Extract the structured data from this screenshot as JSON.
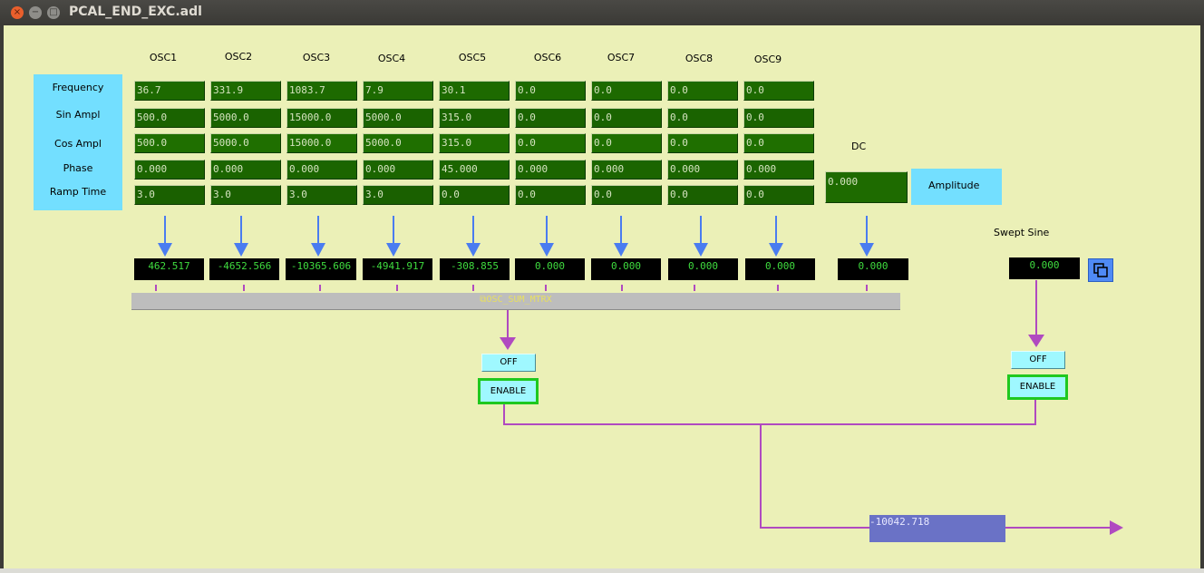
{
  "window": {
    "title": "PCAL_END_EXC.adl",
    "close_glyph": "×",
    "min_glyph": "−",
    "max_glyph": "□"
  },
  "osc_headers": [
    "OSC1",
    "OSC2",
    "OSC3",
    "OSC4",
    "OSC5",
    "OSC6",
    "OSC7",
    "OSC8",
    "OSC9"
  ],
  "row_labels": [
    "Frequency",
    "Sin Ampl",
    "Cos Ampl",
    "Phase",
    "Ramp Time"
  ],
  "grid": [
    [
      "36.7",
      "331.9",
      "1083.7",
      "7.9",
      "30.1",
      "0.0",
      "0.0",
      "0.0",
      "0.0"
    ],
    [
      "500.0",
      "5000.0",
      "15000.0",
      "5000.0",
      "315.0",
      "0.0",
      "0.0",
      "0.0",
      "0.0"
    ],
    [
      "500.0",
      "5000.0",
      "15000.0",
      "5000.0",
      "315.0",
      "0.0",
      "0.0",
      "0.0",
      "0.0"
    ],
    [
      "0.000",
      "0.000",
      "0.000",
      "0.000",
      "45.000",
      "0.000",
      "0.000",
      "0.000",
      "0.000"
    ],
    [
      "3.0",
      "3.0",
      "3.0",
      "3.0",
      "0.0",
      "0.0",
      "0.0",
      "0.0",
      "0.0"
    ]
  ],
  "dc": {
    "label": "DC",
    "amplitude_value": "0.000",
    "amplitude_label": "Amplitude"
  },
  "outputs": [
    "462.517",
    "-4652.566",
    "-10365.606",
    "-4941.917",
    "-308.855",
    "0.000",
    "0.000",
    "0.000",
    "0.000",
    "0.000"
  ],
  "summ_bar_label": "OSC_SUM_MTRX",
  "sum_controls": {
    "off_label": "OFF",
    "enable_label": "ENABLE"
  },
  "swept_sine": {
    "label": "Swept Sine",
    "value": "0.000",
    "off_label": "OFF",
    "enable_label": "ENABLE"
  },
  "result_value": "-10042.718",
  "colors": {
    "background": "#ebf0b7",
    "input_green": "#1e6b00",
    "label_blue": "#73dfff",
    "arrow_blue": "#4a7cf0",
    "wire_purple": "#b04ac0",
    "result_blue": "#6a72c6",
    "enable_border": "#1fc81f"
  }
}
